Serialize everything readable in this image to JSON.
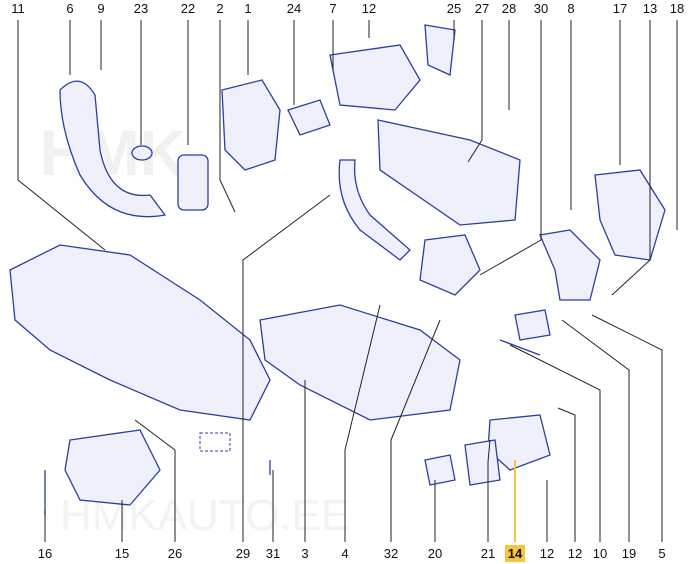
{
  "diagram": {
    "watermark": "HMKAUTO.EE",
    "highlight_color": "#f5c542",
    "part_color": "#2b3f9e",
    "top_callouts": [
      "11",
      "6",
      "9",
      "23",
      "22",
      "2",
      "1",
      "24",
      "7",
      "12",
      "25",
      "27",
      "28",
      "30",
      "8",
      "17",
      "13",
      "18"
    ],
    "bottom_callouts": [
      "16",
      "15",
      "26",
      "29",
      "31",
      "3",
      "4",
      "32",
      "20",
      "21",
      "14",
      "12",
      "12",
      "10",
      "19",
      "5"
    ],
    "highlighted_callout": "14"
  }
}
